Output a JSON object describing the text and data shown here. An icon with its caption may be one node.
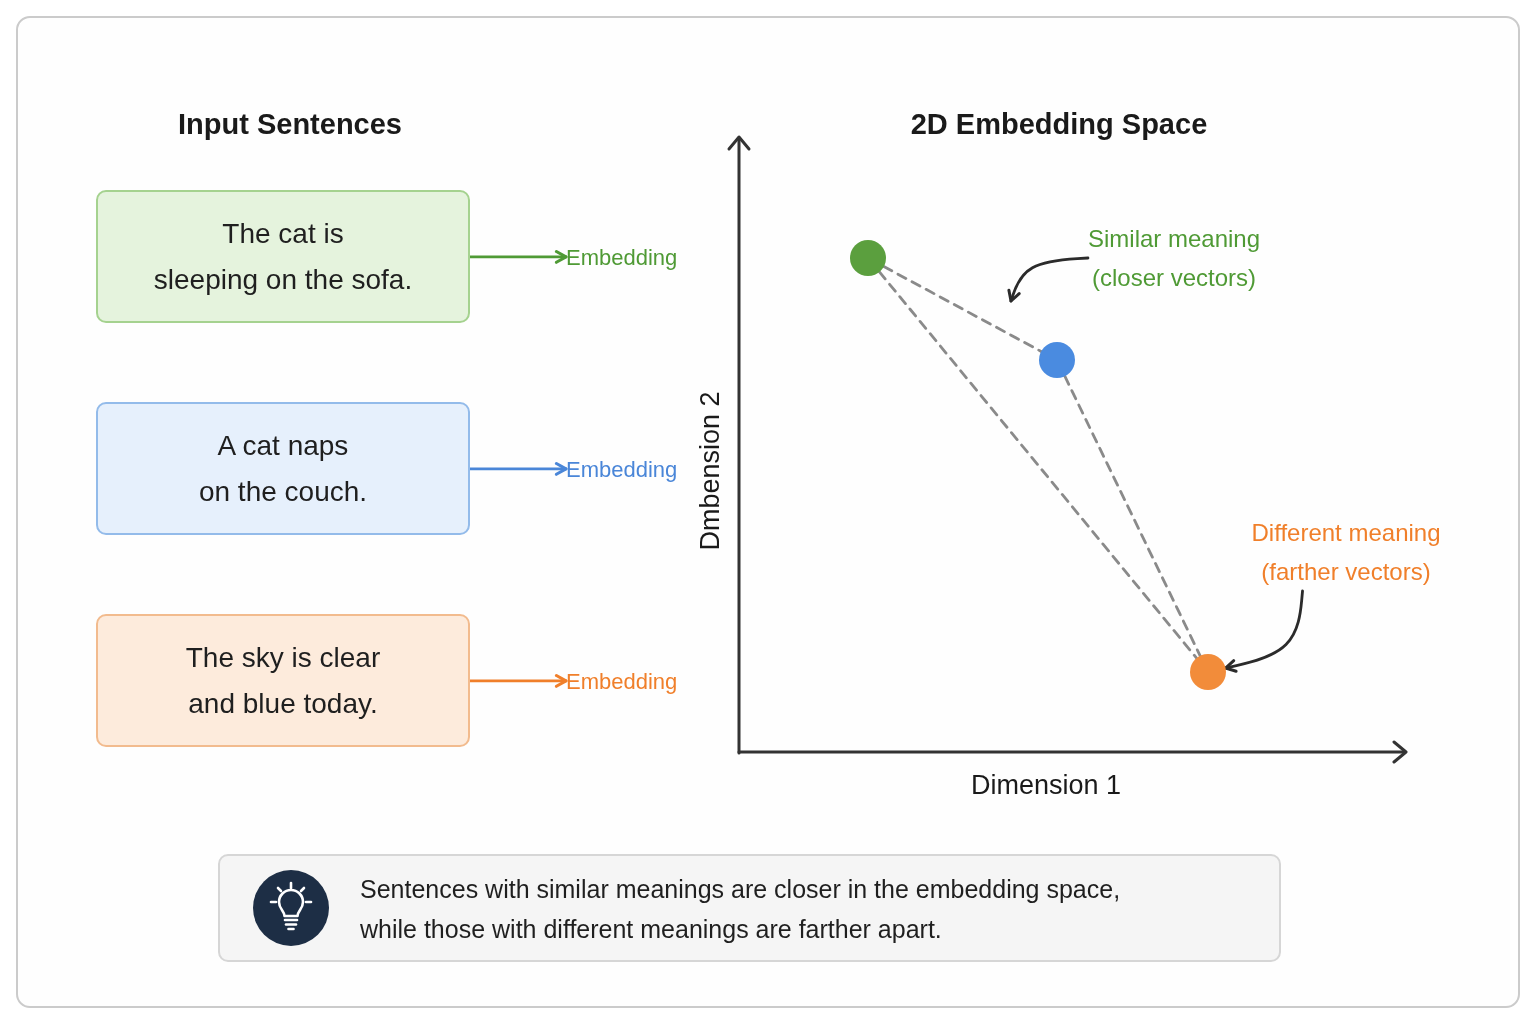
{
  "diagram": {
    "nodes": [
      {
        "text": [
          "The cat is sleeping on the sofa."
        ]
      },
      {
        "text": [
          "A cat naps on the couch."
        ]
      },
      {
        "text": [
          "The sky is clear and blue today."
        ]
      },
      {
        "text": [
          "Embedding"
        ]
      },
      {
        "text": [
          "Embedding"
        ]
      },
      {
        "text": [
          "Embedding"
        ]
      },
      {
        "text": [],
        "shape": "circle"
      },
      {
        "text": [],
        "shape": "circle"
      },
      {
        "text": [],
        "shape": "circle"
      },
      {
        "text": [
          "Similar meaning (closer vectors)"
        ]
      },
      {
        "text": [
          "Different meaning (farther vectors)"
        ]
      },
      {
        "text": [
          "Sentences with similar meanings are closer in the embedding space, while those with different meanings are farther apart."
        ]
      }
    ],
    "edges": [
      {
        "from": 0,
        "to": 3,
        "arrow": "to",
        "color": "#4f9a35"
      },
      {
        "from": 1,
        "to": 4,
        "arrow": "to",
        "color": "#4a86d8"
      },
      {
        "from": 2,
        "to": 5,
        "arrow": "to",
        "color": "#f07f2a"
      },
      {
        "from": 6,
        "to": 7,
        "arrow": "none",
        "style": "dashed",
        "color": "#8a8a8a"
      },
      {
        "from": 6,
        "to": 8,
        "arrow": "none",
        "style": "dashed",
        "color": "#8a8a8a"
      },
      {
        "from": 7,
        "to": 8,
        "arrow": "none",
        "style": "dashed",
        "color": "#8a8a8a"
      },
      {
        "from": 9,
        "to": null,
        "arrow": "to",
        "color": "#2b2b2b"
      },
      {
        "from": 10,
        "to": 8,
        "arrow": "to",
        "color": "#2b2b2b"
      }
    ],
    "labels": [
      "Input Sentences",
      "2D Embedding Space",
      "Dmbension 2",
      "Dimension 1"
    ]
  }
}
